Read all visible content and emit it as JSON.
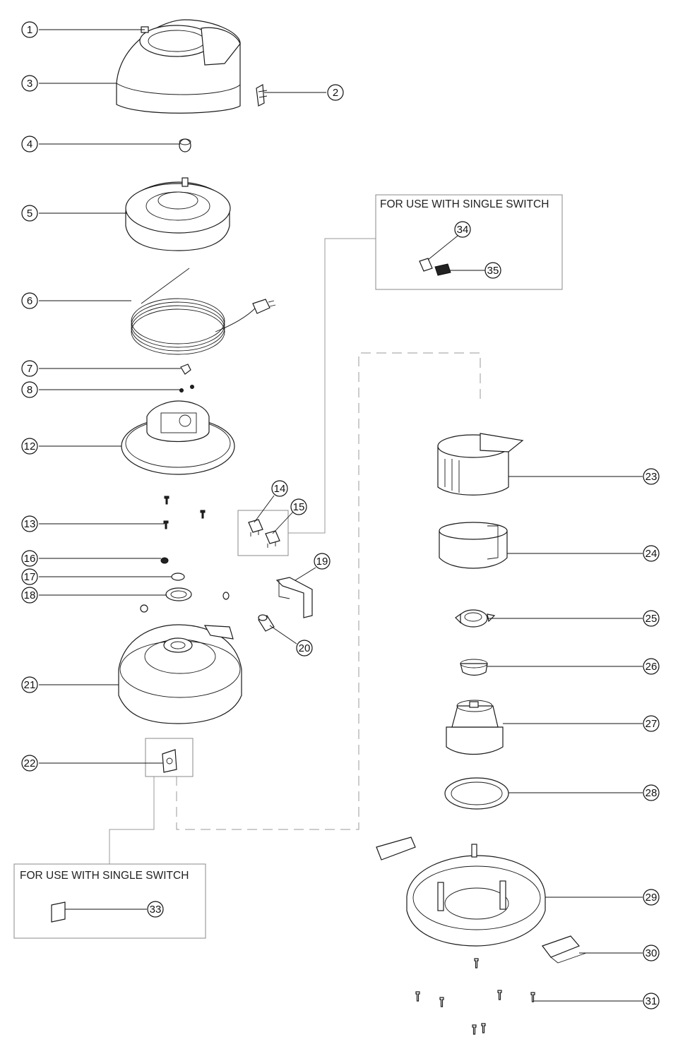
{
  "callouts": [
    {
      "id": "c1",
      "label": "1"
    },
    {
      "id": "c2",
      "label": "2"
    },
    {
      "id": "c3",
      "label": "3"
    },
    {
      "id": "c4",
      "label": "4"
    },
    {
      "id": "c5",
      "label": "5"
    },
    {
      "id": "c6",
      "label": "6"
    },
    {
      "id": "c7",
      "label": "7"
    },
    {
      "id": "c8",
      "label": "8"
    },
    {
      "id": "c12",
      "label": "12"
    },
    {
      "id": "c13",
      "label": "13"
    },
    {
      "id": "c14",
      "label": "14"
    },
    {
      "id": "c15",
      "label": "15"
    },
    {
      "id": "c16",
      "label": "16"
    },
    {
      "id": "c17",
      "label": "17"
    },
    {
      "id": "c18",
      "label": "18"
    },
    {
      "id": "c19",
      "label": "19"
    },
    {
      "id": "c20",
      "label": "20"
    },
    {
      "id": "c21",
      "label": "21"
    },
    {
      "id": "c22",
      "label": "22"
    },
    {
      "id": "c23",
      "label": "23"
    },
    {
      "id": "c24",
      "label": "24"
    },
    {
      "id": "c25",
      "label": "25"
    },
    {
      "id": "c26",
      "label": "26"
    },
    {
      "id": "c27",
      "label": "27"
    },
    {
      "id": "c28",
      "label": "28"
    },
    {
      "id": "c29",
      "label": "29"
    },
    {
      "id": "c30",
      "label": "30"
    },
    {
      "id": "c31",
      "label": "31"
    },
    {
      "id": "c33",
      "label": "33"
    },
    {
      "id": "c34",
      "label": "34"
    },
    {
      "id": "c35",
      "label": "35"
    }
  ],
  "boxes": {
    "single_switch_top": {
      "title": "FOR USE WITH SINGLE SWITCH"
    },
    "single_switch_bottom": {
      "title": "FOR USE WITH SINGLE SWITCH"
    }
  }
}
